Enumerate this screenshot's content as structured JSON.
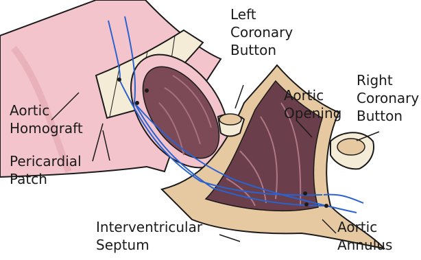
{
  "labels": {
    "left_coronary": [
      "Left",
      "Coronary",
      "Button"
    ],
    "aortic_opening": [
      "Aortic",
      "Opening"
    ],
    "right_coronary": [
      "Right",
      "Coronary",
      "Button"
    ],
    "aortic_homograft": [
      "Aortic",
      "Homograft"
    ],
    "pericardial_patch": [
      "Pericardial",
      "Patch"
    ],
    "interventricular_septum": [
      "Interventricular",
      "Septum"
    ],
    "aortic_annulus": [
      "Aortic",
      "Annulus"
    ]
  },
  "colors": {
    "graft_tube": "#f3c4cb",
    "patch": "#f4ecd6",
    "suture": "#2a62cf",
    "tissue_rim": "#e6c9a0",
    "lumen_dark": "#6a3e4a",
    "lumen_mid": "#8d5a66",
    "outline": "#1a1a1a"
  }
}
